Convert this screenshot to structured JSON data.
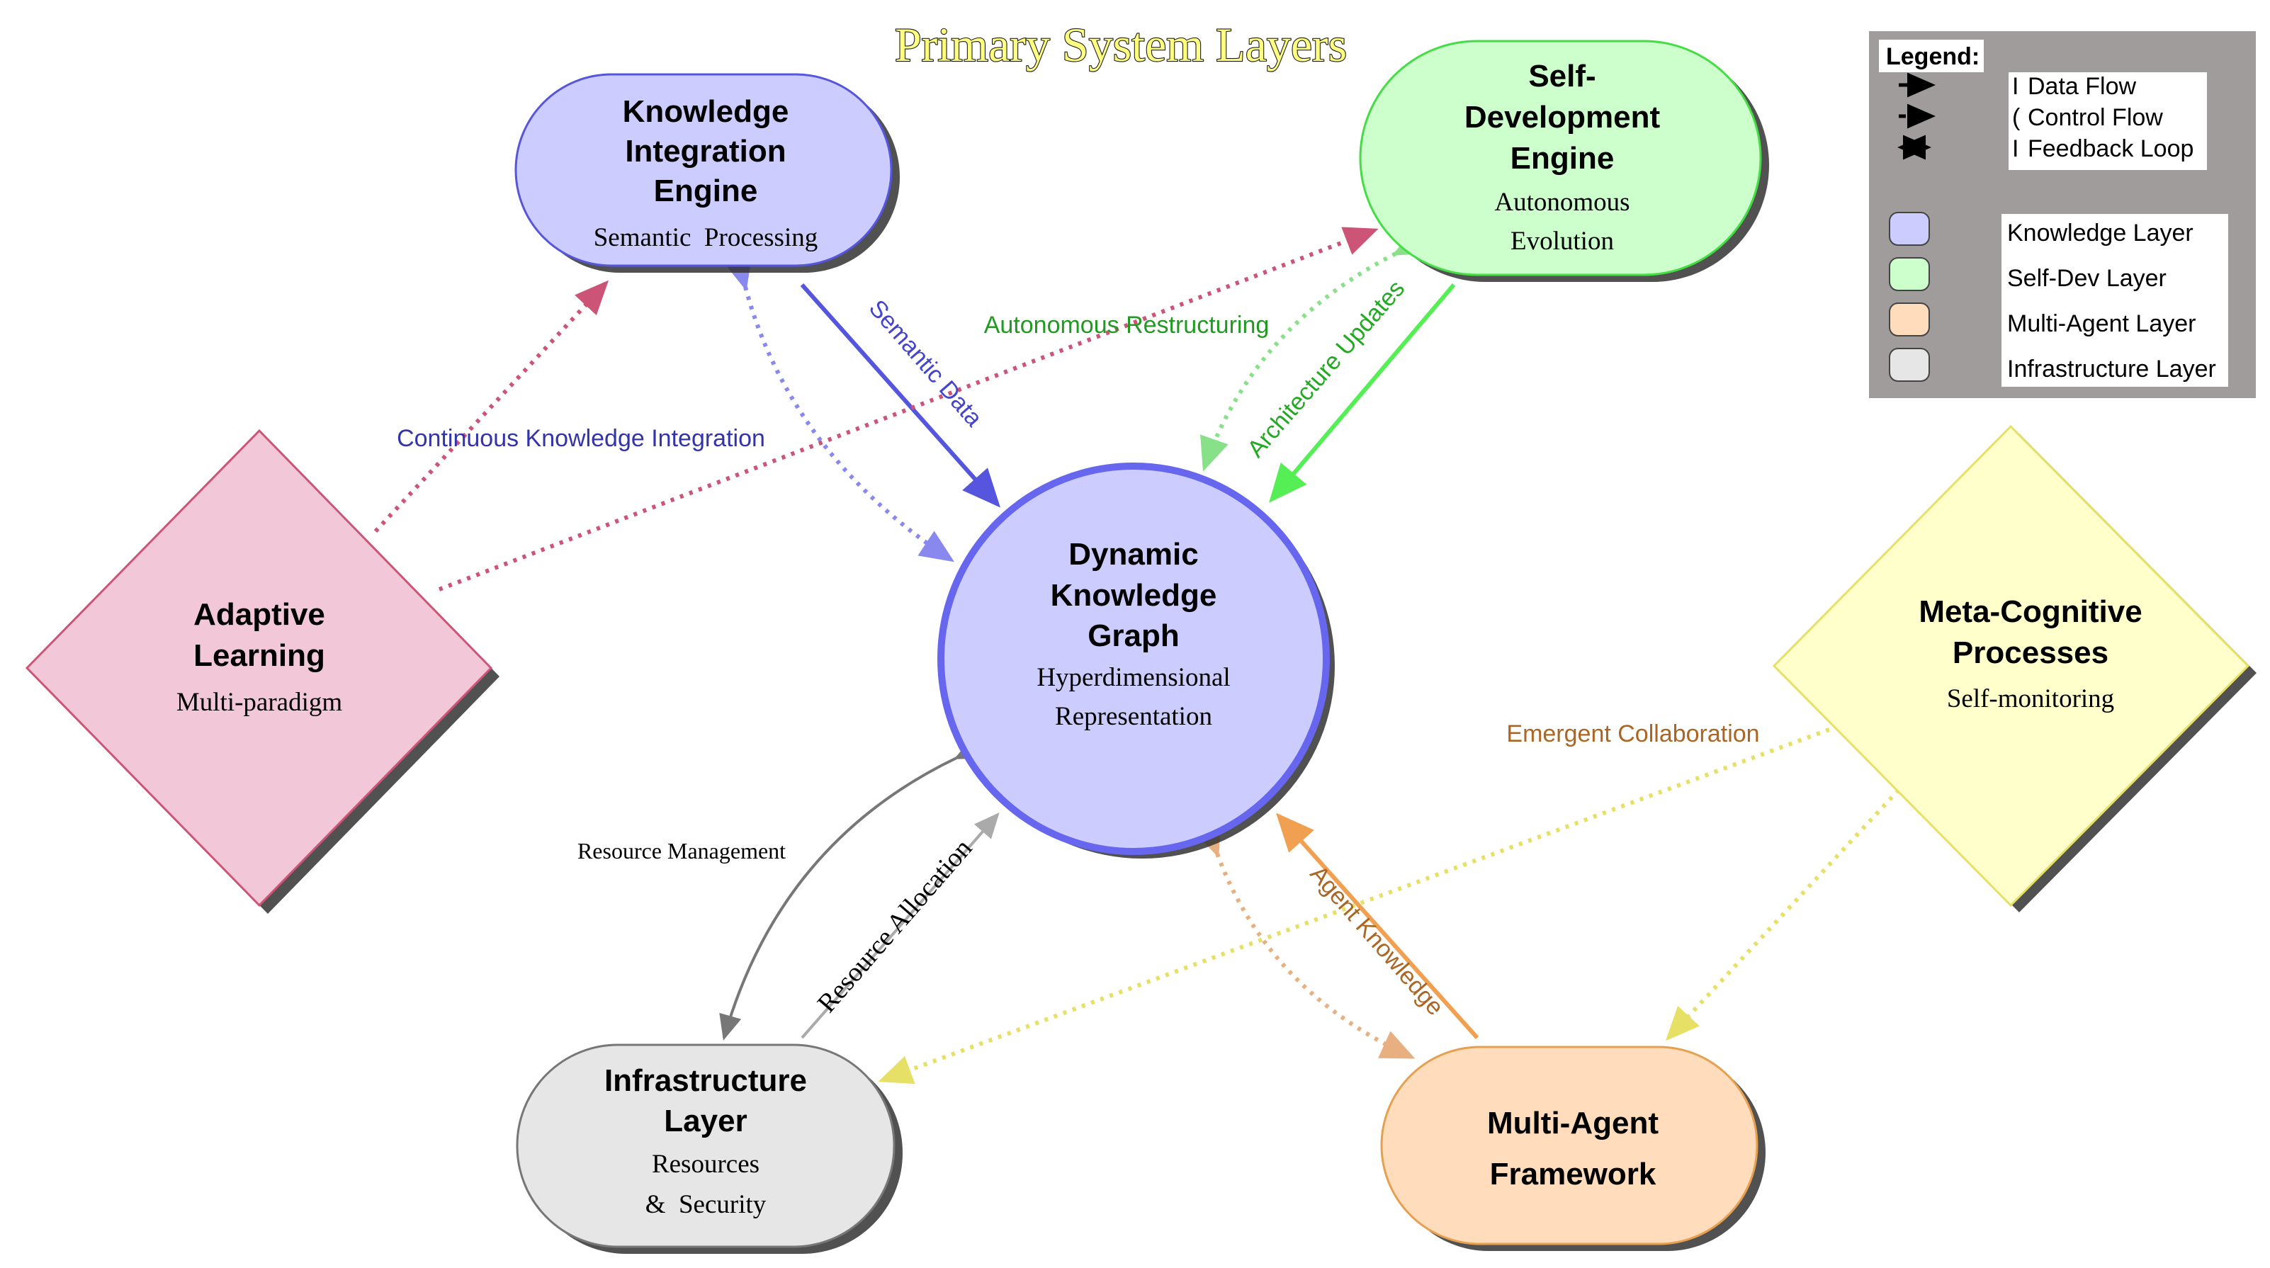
{
  "title": "Primary System Layers",
  "nodes": {
    "knowledge_integration": {
      "title": [
        "Knowledge",
        "Integration",
        "Engine"
      ],
      "subtitle": [
        "Semantic  Processing"
      ]
    },
    "self_development": {
      "title": [
        "Self-",
        "Development",
        "Engine"
      ],
      "subtitle": [
        "Autonomous",
        "Evolution"
      ]
    },
    "knowledge_graph": {
      "title": [
        "Dynamic",
        "Knowledge",
        "Graph"
      ],
      "subtitle": [
        "Hyperdimensional",
        "Representation"
      ]
    },
    "adaptive_learning": {
      "title": [
        "Adaptive",
        "Learning"
      ],
      "subtitle": [
        "Multi-paradigm"
      ]
    },
    "meta_cognitive": {
      "title": [
        "Meta-Cognitive",
        "Processes"
      ],
      "subtitle": [
        "Self-monitoring"
      ]
    },
    "infrastructure": {
      "title": [
        "Infrastructure",
        "Layer"
      ],
      "subtitle": [
        "Resources",
        "&  Security"
      ]
    },
    "multi_agent": {
      "title": [
        "Multi-Agent",
        "Framework"
      ],
      "subtitle": []
    }
  },
  "edge_labels": {
    "semantic_data": "Semantic Data",
    "autonomous_restructuring": "Autonomous Restructuring",
    "architecture_updates": "Architecture Updates",
    "continuous_knowledge_integration": "Continuous Knowledge Integration",
    "emergent_collaboration": "Emergent Collaboration",
    "resource_management": "Resource Management",
    "resource_allocation": "Resource Allocation",
    "agent_knowledge": "Agent Knowledge"
  },
  "legend": {
    "heading": "Legend:",
    "flow_types": [
      "Data Flow",
      "Control Flow",
      "Feedback Loop"
    ],
    "flow_glyphs": [
      "I",
      "(",
      "I"
    ],
    "layers": [
      "Knowledge Layer",
      "Self-Dev Layer",
      "Multi-Agent Layer",
      "Infrastructure Layer"
    ]
  },
  "colors": {
    "knowledge_fill": "#ccccff",
    "knowledge_stroke": "#5555dd",
    "selfdev_fill": "#ccffcc",
    "selfdev_stroke": "#44dd44",
    "adaptive_fill": "#f2c8d8",
    "adaptive_stroke": "#cc5577",
    "meta_fill": "#ffffcc",
    "meta_stroke": "#e6e066",
    "infra_fill": "#e6e6e6",
    "infra_stroke": "#777777",
    "agent_fill": "#ffdcbc",
    "agent_stroke": "#e6a050",
    "legend_bg": "#a09c9c"
  }
}
